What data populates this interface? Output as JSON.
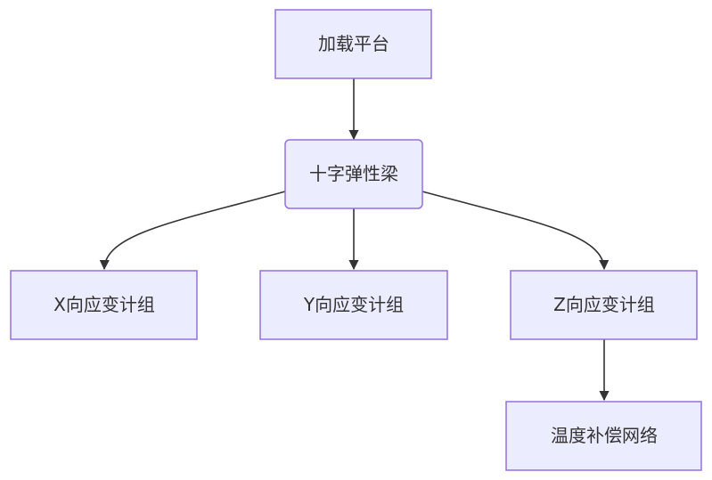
{
  "nodes": {
    "platform": {
      "label": "加载平台"
    },
    "beam": {
      "label": "十字弹性梁"
    },
    "x_group": {
      "label": "X向应变计组"
    },
    "y_group": {
      "label": "Y向应变计组"
    },
    "z_group": {
      "label": "Z向应变计组"
    },
    "temp_comp": {
      "label": "温度补偿网络"
    }
  },
  "edges": [
    {
      "from": "加载平台",
      "to": "十字弹性梁"
    },
    {
      "from": "十字弹性梁",
      "to": "X向应变计组"
    },
    {
      "from": "十字弹性梁",
      "to": "Y向应变计组"
    },
    {
      "from": "十字弹性梁",
      "to": "Z向应变计组"
    },
    {
      "from": "Z向应变计组",
      "to": "温度补偿网络"
    }
  ],
  "colors": {
    "node_fill": "#ECECFF",
    "node_stroke": "#9370DB",
    "edge": "#333333",
    "text": "#333333"
  }
}
